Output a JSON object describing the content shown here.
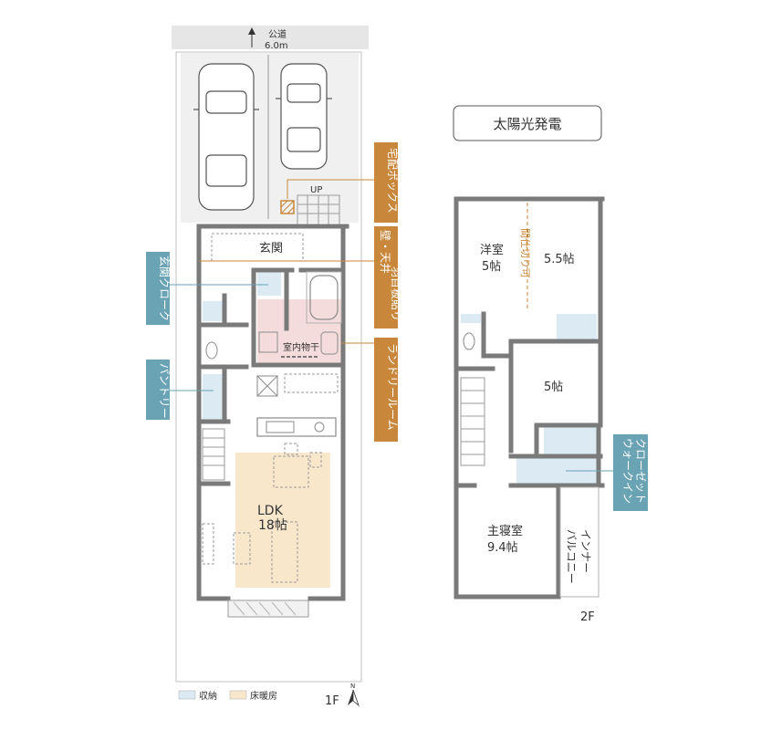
{
  "road": {
    "label": "公道",
    "width": "6.0m"
  },
  "solar_label": "太陽光発電",
  "floor1": {
    "label": "1F",
    "up_label": "UP",
    "entrance": "玄関",
    "laundry_dry": "室内物干",
    "ldk_name": "LDK",
    "ldk_size": "18帖"
  },
  "floor2": {
    "label": "2F",
    "western_room": "洋室",
    "western_size": "5帖",
    "room_b_size": "5.5帖",
    "partition_note": "間仕切り可",
    "room_c_size": "5帖",
    "master_name": "主寝室",
    "master_size": "9.4帖",
    "inner_balcony_line1": "インナー",
    "inner_balcony_line2": "バルコニー"
  },
  "callouts": {
    "delivery_box": "宅配ボックス",
    "wall_ceiling_line1": "壁・天井",
    "wall_ceiling_line2": "羽目板貼り",
    "laundry_room": "ランドリールーム",
    "entrance_cloak": "玄関クローク",
    "pantry": "パントリー",
    "walk_in_closet_line1": "ウォークイン",
    "walk_in_closet_line2": "クローゼット"
  },
  "legend": {
    "storage": "収納",
    "floor_heating": "床暖房"
  },
  "compass_label": "N",
  "colors": {
    "storage": "#dbeaf3",
    "floor_heating": "#f9e7cc",
    "laundry": "#f5dcdc",
    "callout_orange": "#c8873a",
    "callout_blue": "#6aa3b4",
    "wall": "#7a7a7a"
  }
}
